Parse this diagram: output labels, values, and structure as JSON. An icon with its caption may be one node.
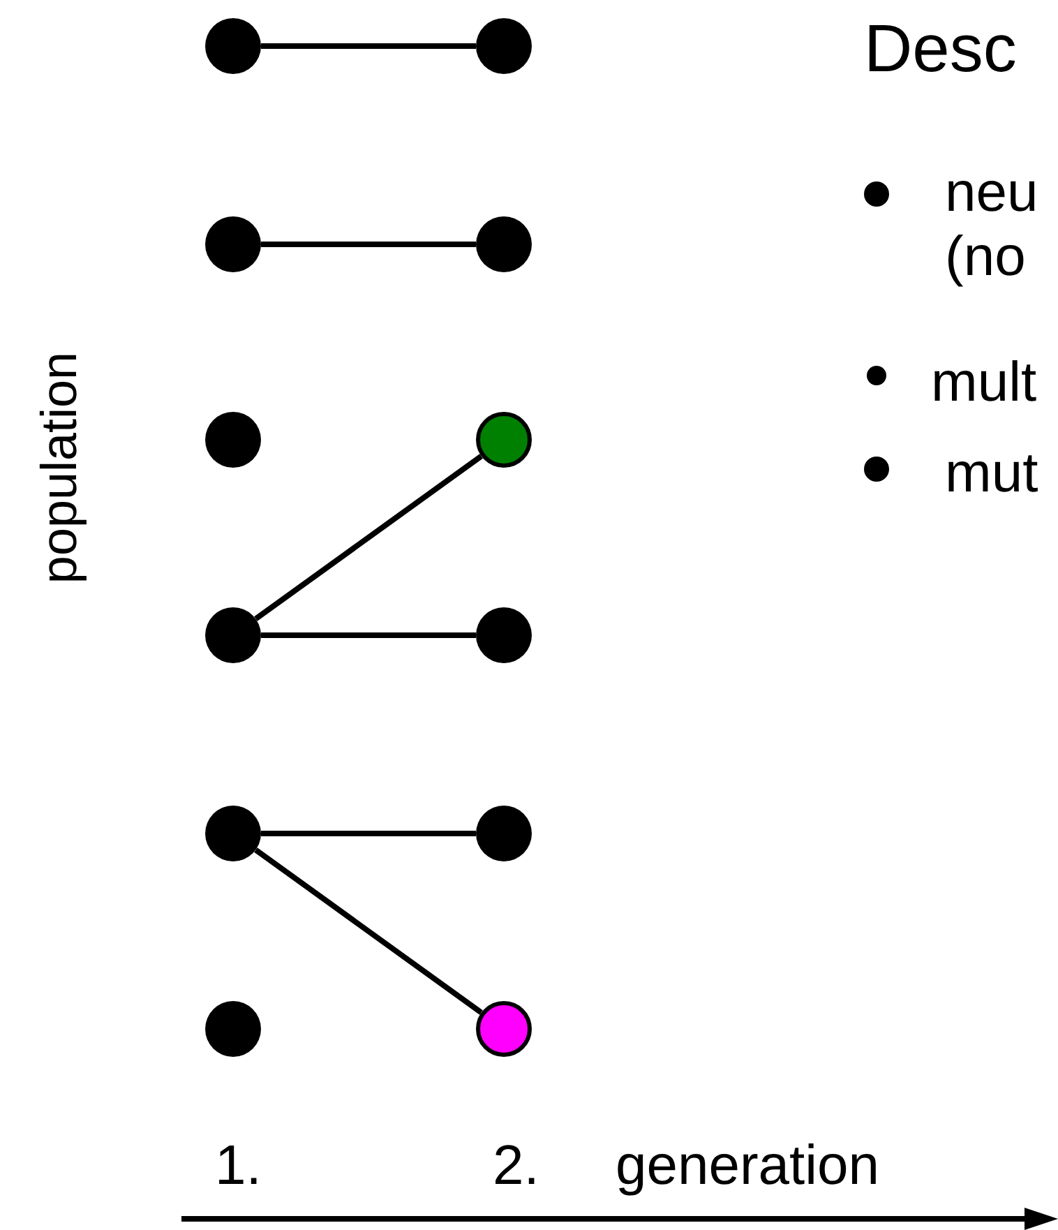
{
  "diagram": {
    "title": "Desc",
    "nodes": [
      {
        "text": [],
        "shape": "circle"
      },
      {
        "text": [],
        "shape": "circle"
      },
      {
        "text": [],
        "shape": "circle"
      },
      {
        "text": [],
        "shape": "circle"
      },
      {
        "text": [],
        "shape": "circle"
      },
      {
        "text": [],
        "shape": "circle"
      },
      {
        "text": [],
        "shape": "circle"
      },
      {
        "text": [],
        "shape": "circle"
      },
      {
        "text": [],
        "shape": "circle"
      },
      {
        "text": [],
        "shape": "circle"
      },
      {
        "text": [],
        "shape": "circle"
      },
      {
        "text": [],
        "shape": "circle"
      }
    ],
    "edges": [
      {
        "from": 0,
        "to": 1,
        "arrow": "none"
      },
      {
        "from": 2,
        "to": 3,
        "arrow": "none"
      },
      {
        "from": 6,
        "to": 5,
        "arrow": "none"
      },
      {
        "from": 6,
        "to": 7,
        "arrow": "none"
      },
      {
        "from": 8,
        "to": 9,
        "arrow": "none"
      },
      {
        "from": 8,
        "to": 11,
        "arrow": "none"
      }
    ],
    "labels": [
      "neu (no",
      "mult",
      "mut",
      "population",
      "1.",
      "2.",
      "generation"
    ]
  }
}
